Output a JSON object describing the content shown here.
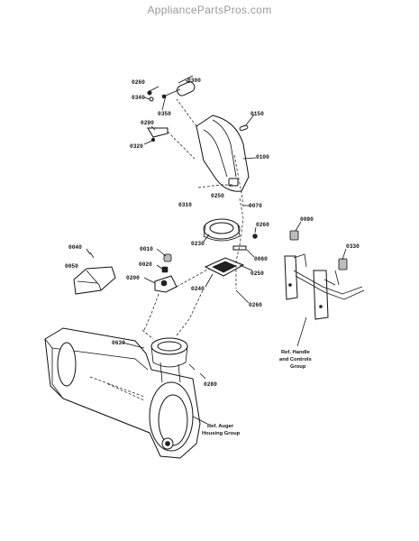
{
  "watermark": "AppliancePartsPros.com",
  "labels": {
    "p0260a": "0260",
    "p0300": "0300",
    "p0340a": "0340",
    "p0350": "0350",
    "p0290": "0290",
    "p0320": "0320",
    "p0150": "0150",
    "p0100": "0100",
    "p0310": "0310",
    "p0250a": "0250",
    "p0070": "0070",
    "p0260b": "0260",
    "p0230": "0230",
    "p0040": "0040",
    "p0010": "0010",
    "p0050": "0050",
    "p0020": "0020",
    "p0200": "0200",
    "p0060": "0060",
    "p0250b": "0250",
    "p0240": "0240",
    "p0260c": "0260",
    "p0090": "0090",
    "p0330": "0330",
    "p0630": "0630",
    "p0280": "0280"
  },
  "references": {
    "handle_line1": "Ref. Handle",
    "handle_line2": "and Controls",
    "handle_line3": "Group",
    "auger_line1": "Ref. Auger",
    "auger_line2": "Housing Group"
  }
}
